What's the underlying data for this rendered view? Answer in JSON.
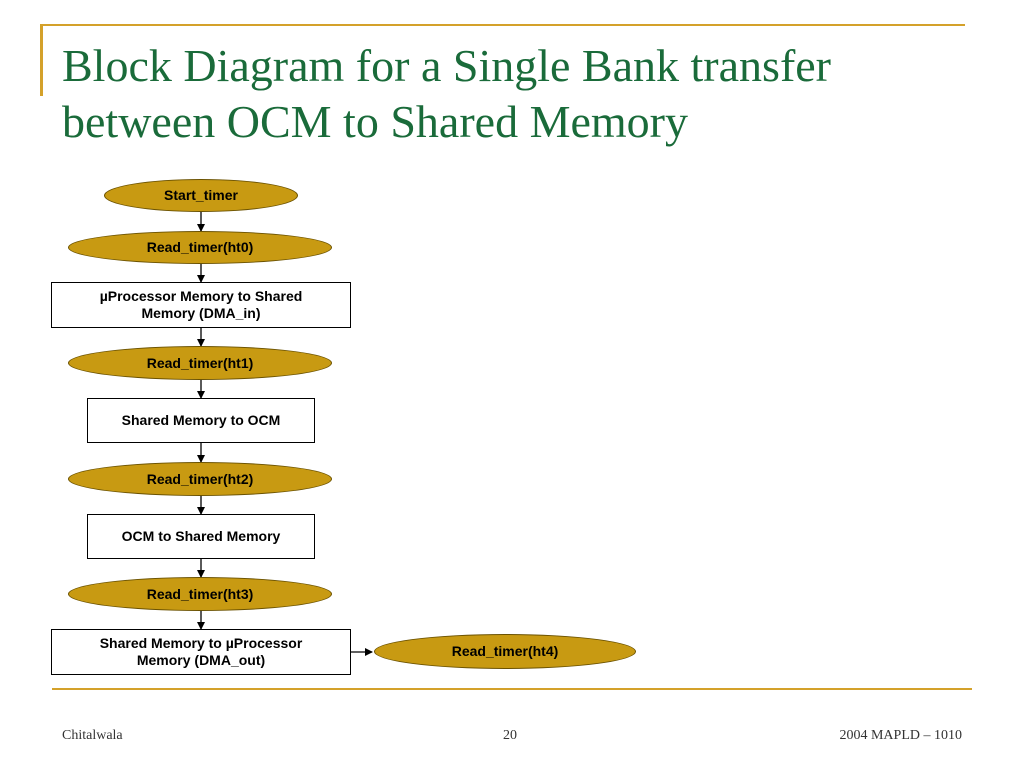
{
  "slide": {
    "title_line1": "Block Diagram for a Single Bank transfer",
    "title_line2": "between OCM to Shared Memory"
  },
  "colors": {
    "accent": "#d4a12a",
    "title": "#1a6b3a",
    "ellipse_fill": "#c89a12"
  },
  "diagram": {
    "nodes": {
      "start_timer": "Start_timer",
      "read_ht0": "Read_timer(ht0)",
      "dma_in": "µProcessor Memory to Shared Memory (DMA_in)",
      "read_ht1": "Read_timer(ht1)",
      "shared_to_ocm": "Shared Memory to OCM",
      "read_ht2": "Read_timer(ht2)",
      "ocm_to_shared": "OCM to Shared Memory",
      "read_ht3": "Read_timer(ht3)",
      "dma_out": "Shared Memory to µProcessor Memory (DMA_out)",
      "read_ht4": "Read_timer(ht4)"
    }
  },
  "footer": {
    "author": "Chitalwala",
    "page_number": "20",
    "event": "2004 MAPLD – 1010"
  }
}
